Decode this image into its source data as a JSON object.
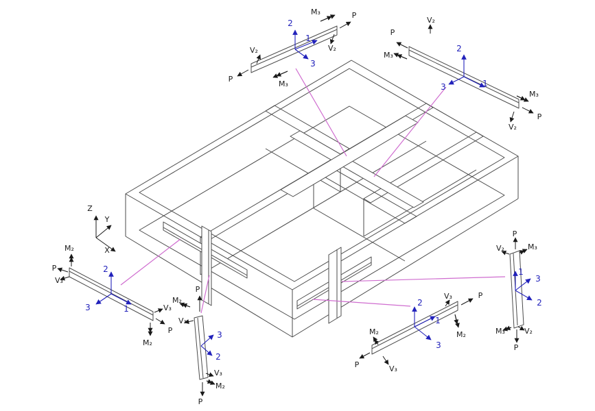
{
  "figure": {
    "description": "Isometric wall-structure model with six pier/spandrel section-cut detail diagrams showing local axes and internal forces",
    "background": "#ffffff"
  },
  "colors": {
    "structure_line": "#4a4a4a",
    "local_axis_blue": "#2222bb",
    "connector_magenta": "#cf6ccf",
    "force_label_black": "#1a1a1a"
  },
  "global_axes": {
    "z": "Z",
    "y": "Y",
    "x": "X"
  },
  "labels": {
    "p": "P",
    "v2": "V₂",
    "v3": "V₃",
    "m2": "M₂",
    "m3": "M₃",
    "axis1": "1",
    "axis2": "2",
    "axis3": "3"
  }
}
